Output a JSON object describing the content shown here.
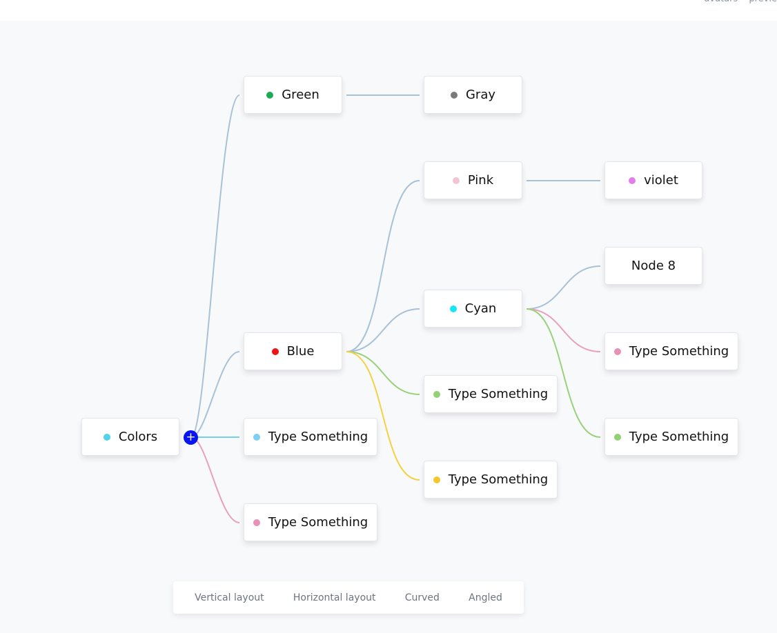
{
  "topbar": {
    "links": [
      "avatars",
      "previe"
    ]
  },
  "colors": {
    "edge_default": "#a9c1d6",
    "edge_blue": "#78ccf0",
    "edge_pink": "#e8a0bd",
    "edge_green": "#9ad17a",
    "edge_yellow": "#f5d040",
    "add_button": "#0a14f0"
  },
  "nodes": {
    "colors": {
      "label": "Colors",
      "dot": "#4fd2ea"
    },
    "green": {
      "label": "Green",
      "dot": "#1fa855"
    },
    "gray": {
      "label": "Gray",
      "dot": "#7a7a7a"
    },
    "pink": {
      "label": "Pink",
      "dot": "#f3c4d6"
    },
    "violet": {
      "label": "violet",
      "dot": "#e57de8"
    },
    "node8": {
      "label": "Node 8",
      "dot": null
    },
    "cyan": {
      "label": "Cyan",
      "dot": "#13e6f5"
    },
    "blue": {
      "label": "Blue",
      "dot": "#ef1515"
    },
    "ts_cyan_pink": {
      "label": "Type Something",
      "dot": "#e890b5"
    },
    "ts_blue_green": {
      "label": "Type Something",
      "dot": "#92d275"
    },
    "ts_cyan_green": {
      "label": "Type Something",
      "dot": "#92d275"
    },
    "ts_root_blue": {
      "label": "Type Something",
      "dot": "#7ecff5"
    },
    "ts_blue_yellow": {
      "label": "Type Something",
      "dot": "#f5c72e"
    },
    "ts_root_pink": {
      "label": "Type Something",
      "dot": "#e890b5"
    }
  },
  "add_button": {
    "symbol": "+"
  },
  "toolbar": {
    "vertical": "Vertical layout",
    "horizontal": "Horizontal layout",
    "curved": "Curved",
    "angled": "Angled"
  }
}
